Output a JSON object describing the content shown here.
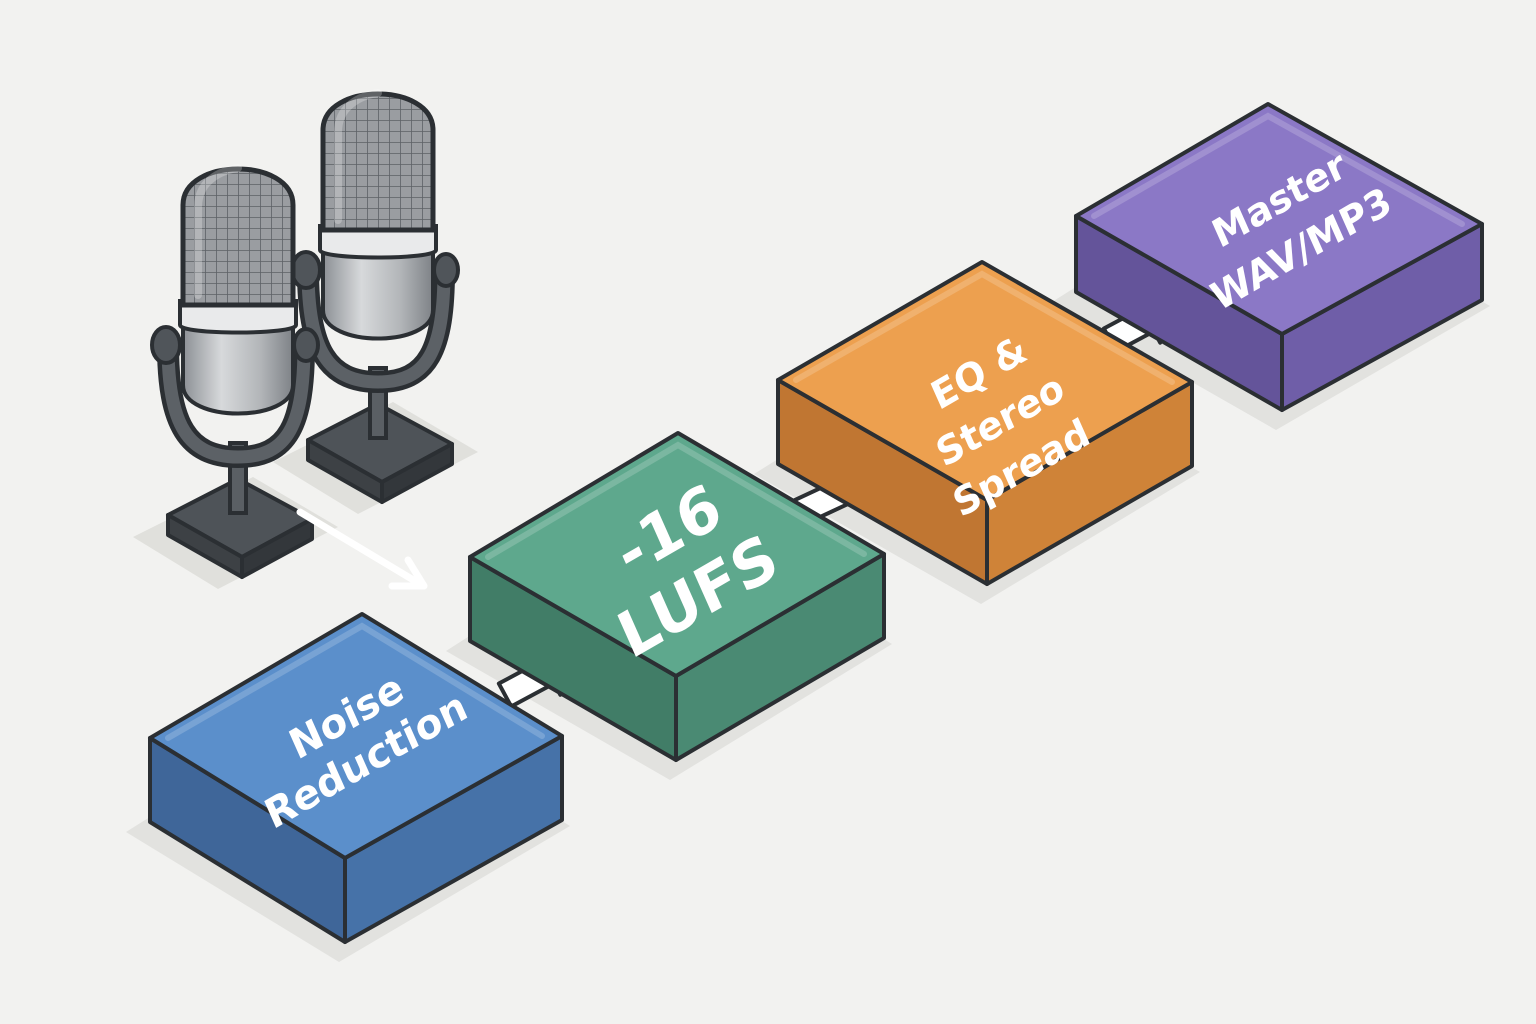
{
  "colors": {
    "background": "#f2f2f0",
    "outline": "#2b2f33",
    "connector": "#ffffff"
  },
  "microphones": [
    {
      "icon": "microphone-icon"
    },
    {
      "icon": "microphone-icon"
    }
  ],
  "steps": [
    {
      "label_lines": [
        "Noise",
        "Reduction"
      ],
      "top_color": "#5b8fcb",
      "side_color": "#4672a8",
      "front_color": "#3f6699"
    },
    {
      "label_lines": [
        "-16",
        "LUFS"
      ],
      "top_color": "#5ea88d",
      "side_color": "#4a8a73",
      "front_color": "#417d67"
    },
    {
      "label_lines": [
        "EQ &",
        "Stereo",
        "Spread"
      ],
      "top_color": "#eda04f",
      "side_color": "#cf8338",
      "front_color": "#c07632"
    },
    {
      "label_lines": [
        "Master",
        "WAV/MP3"
      ],
      "top_color": "#8b78c6",
      "side_color": "#6f5ea8",
      "front_color": "#64549a"
    }
  ],
  "connectors": [
    {
      "from": "microphones",
      "to": "Noise Reduction",
      "style": "faint"
    },
    {
      "from": "Noise Reduction",
      "to": "-16 LUFS",
      "style": "arrow"
    },
    {
      "from": "-16 LUFS",
      "to": "EQ & Stereo Spread",
      "style": "arrow"
    },
    {
      "from": "EQ & Stereo Spread",
      "to": "Master WAV/MP3",
      "style": "arrow"
    }
  ]
}
